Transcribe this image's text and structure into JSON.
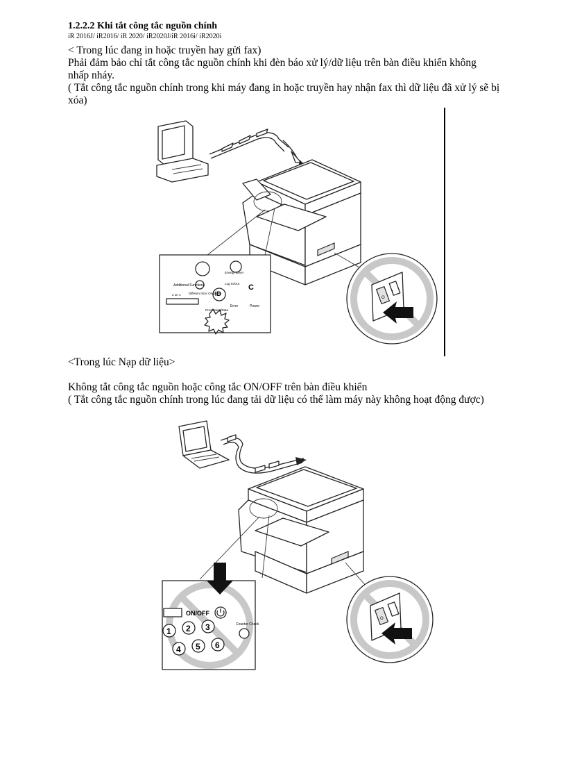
{
  "section": {
    "heading": "1.2.2.2 Khi tắt công tắc nguồn chính",
    "models": "iR 2016J/ iR2016/ iR 2020/ iR2020J/iR 2016i/ iR2020i"
  },
  "case1": {
    "title": "< Trong lúc đang in hoặc truyền hay gửi fax)",
    "line1": "Phải đảm bảo chỉ tắt công tắc nguồn chính khi đèn báo xử lý/dữ liệu trên bàn điều khiển không",
    "line2": "nhấp nháy.",
    "line3": "( Tắt công tắc nguồn chính trong khi máy đang in hoặc truyền hay nhận fax thì dữ liệu đã xử lý sẽ bị",
    "line4": "xóa)",
    "figure": {
      "panel_labels": [
        "Additional Functions",
        "Different Size Originals",
        "2 on 1",
        "Processing/Data",
        "Error",
        "Power",
        "Energy Saver",
        "Log In/Out",
        "ID",
        "C"
      ],
      "switch_labels": [
        "I",
        "O"
      ]
    }
  },
  "case2": {
    "title": "<Trong lúc Nạp dữ liệu>",
    "line1": "Không tắt công tắc nguồn hoặc công tắc ON/OFF trên bàn điều khiển",
    "line2": "( Tắt công tắc nguồn chính trong lúc đang tải dữ liệu có thể làm máy này không hoạt động được)",
    "figure": {
      "onoff_label": "ON/OFF",
      "keys": [
        "1",
        "2",
        "3",
        "4",
        "5",
        "6"
      ],
      "counter_label": "Counter Check",
      "switch_labels": [
        "I",
        "O"
      ]
    }
  }
}
